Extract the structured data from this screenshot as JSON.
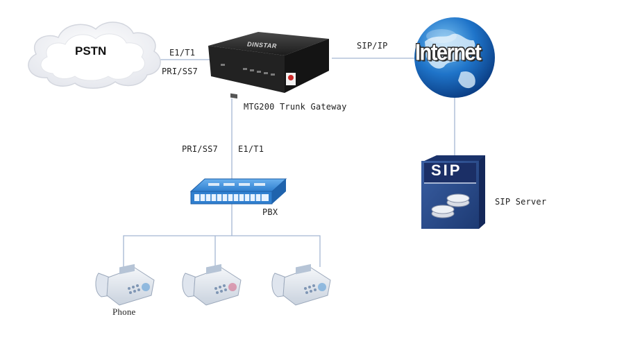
{
  "nodes": {
    "pstn": {
      "label": "PSTN"
    },
    "gateway": {
      "brand": "DINSTAR",
      "label": "MTG200 Trunk Gateway"
    },
    "internet": {
      "label": "Internet"
    },
    "sip_server": {
      "badge": "SIP",
      "label": "SIP Server"
    },
    "pbx": {
      "label": "PBX"
    },
    "phones": {
      "label": "Phone",
      "count": 3
    }
  },
  "links": {
    "pstn_gateway": {
      "top": "E1/T1",
      "bottom": "PRI/SS7"
    },
    "gateway_internet": {
      "label": "SIP/IP"
    },
    "gateway_pbx": {
      "left": "PRI/SS7",
      "right": "E1/T1"
    }
  },
  "colors": {
    "link": "#a3b6d2",
    "globe": "#1f74c9",
    "sip_box": "#2c4d8d",
    "pbx": "#3b86d6",
    "gateway": "#2b2b2b"
  }
}
